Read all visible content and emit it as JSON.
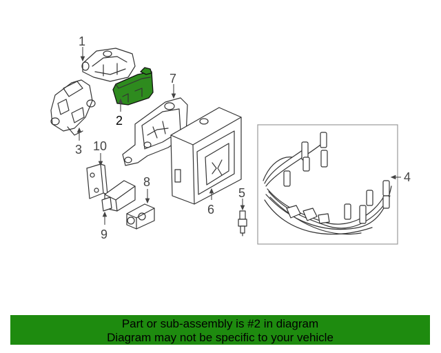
{
  "callouts": {
    "c1": "1",
    "c2": "2",
    "c3": "3",
    "c4": "4",
    "c5": "5",
    "c6": "6",
    "c7": "7",
    "c8": "8",
    "c9": "9",
    "c10": "10"
  },
  "highlighted_part": "2",
  "colors": {
    "highlight": "#2e8b1e",
    "banner_background": "#1e8b0f",
    "line": "#333333"
  },
  "banner": {
    "line1": "Part or sub-assembly is #2 in diagram",
    "line2": "Diagram may not be specific to your vehicle"
  }
}
